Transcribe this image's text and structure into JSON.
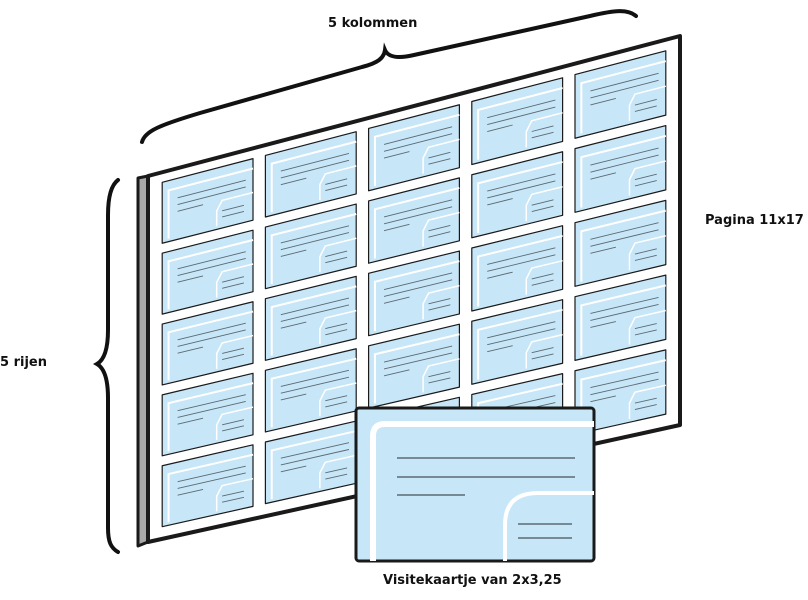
{
  "labels": {
    "columns": "5 kolommen",
    "rows": "5 rijen",
    "page": "Pagina 11x17",
    "card": "Visitekaartje van 2x3,25"
  },
  "grid": {
    "columns": 5,
    "rows": 5
  },
  "colors": {
    "card_fill": "#c7e6f7",
    "card_inner": "#e9f6fd",
    "sheet_fill": "#ffffff",
    "frame": "#1a1a1a",
    "frame_side": "#a8a8a8",
    "line": "#5c6a73"
  }
}
